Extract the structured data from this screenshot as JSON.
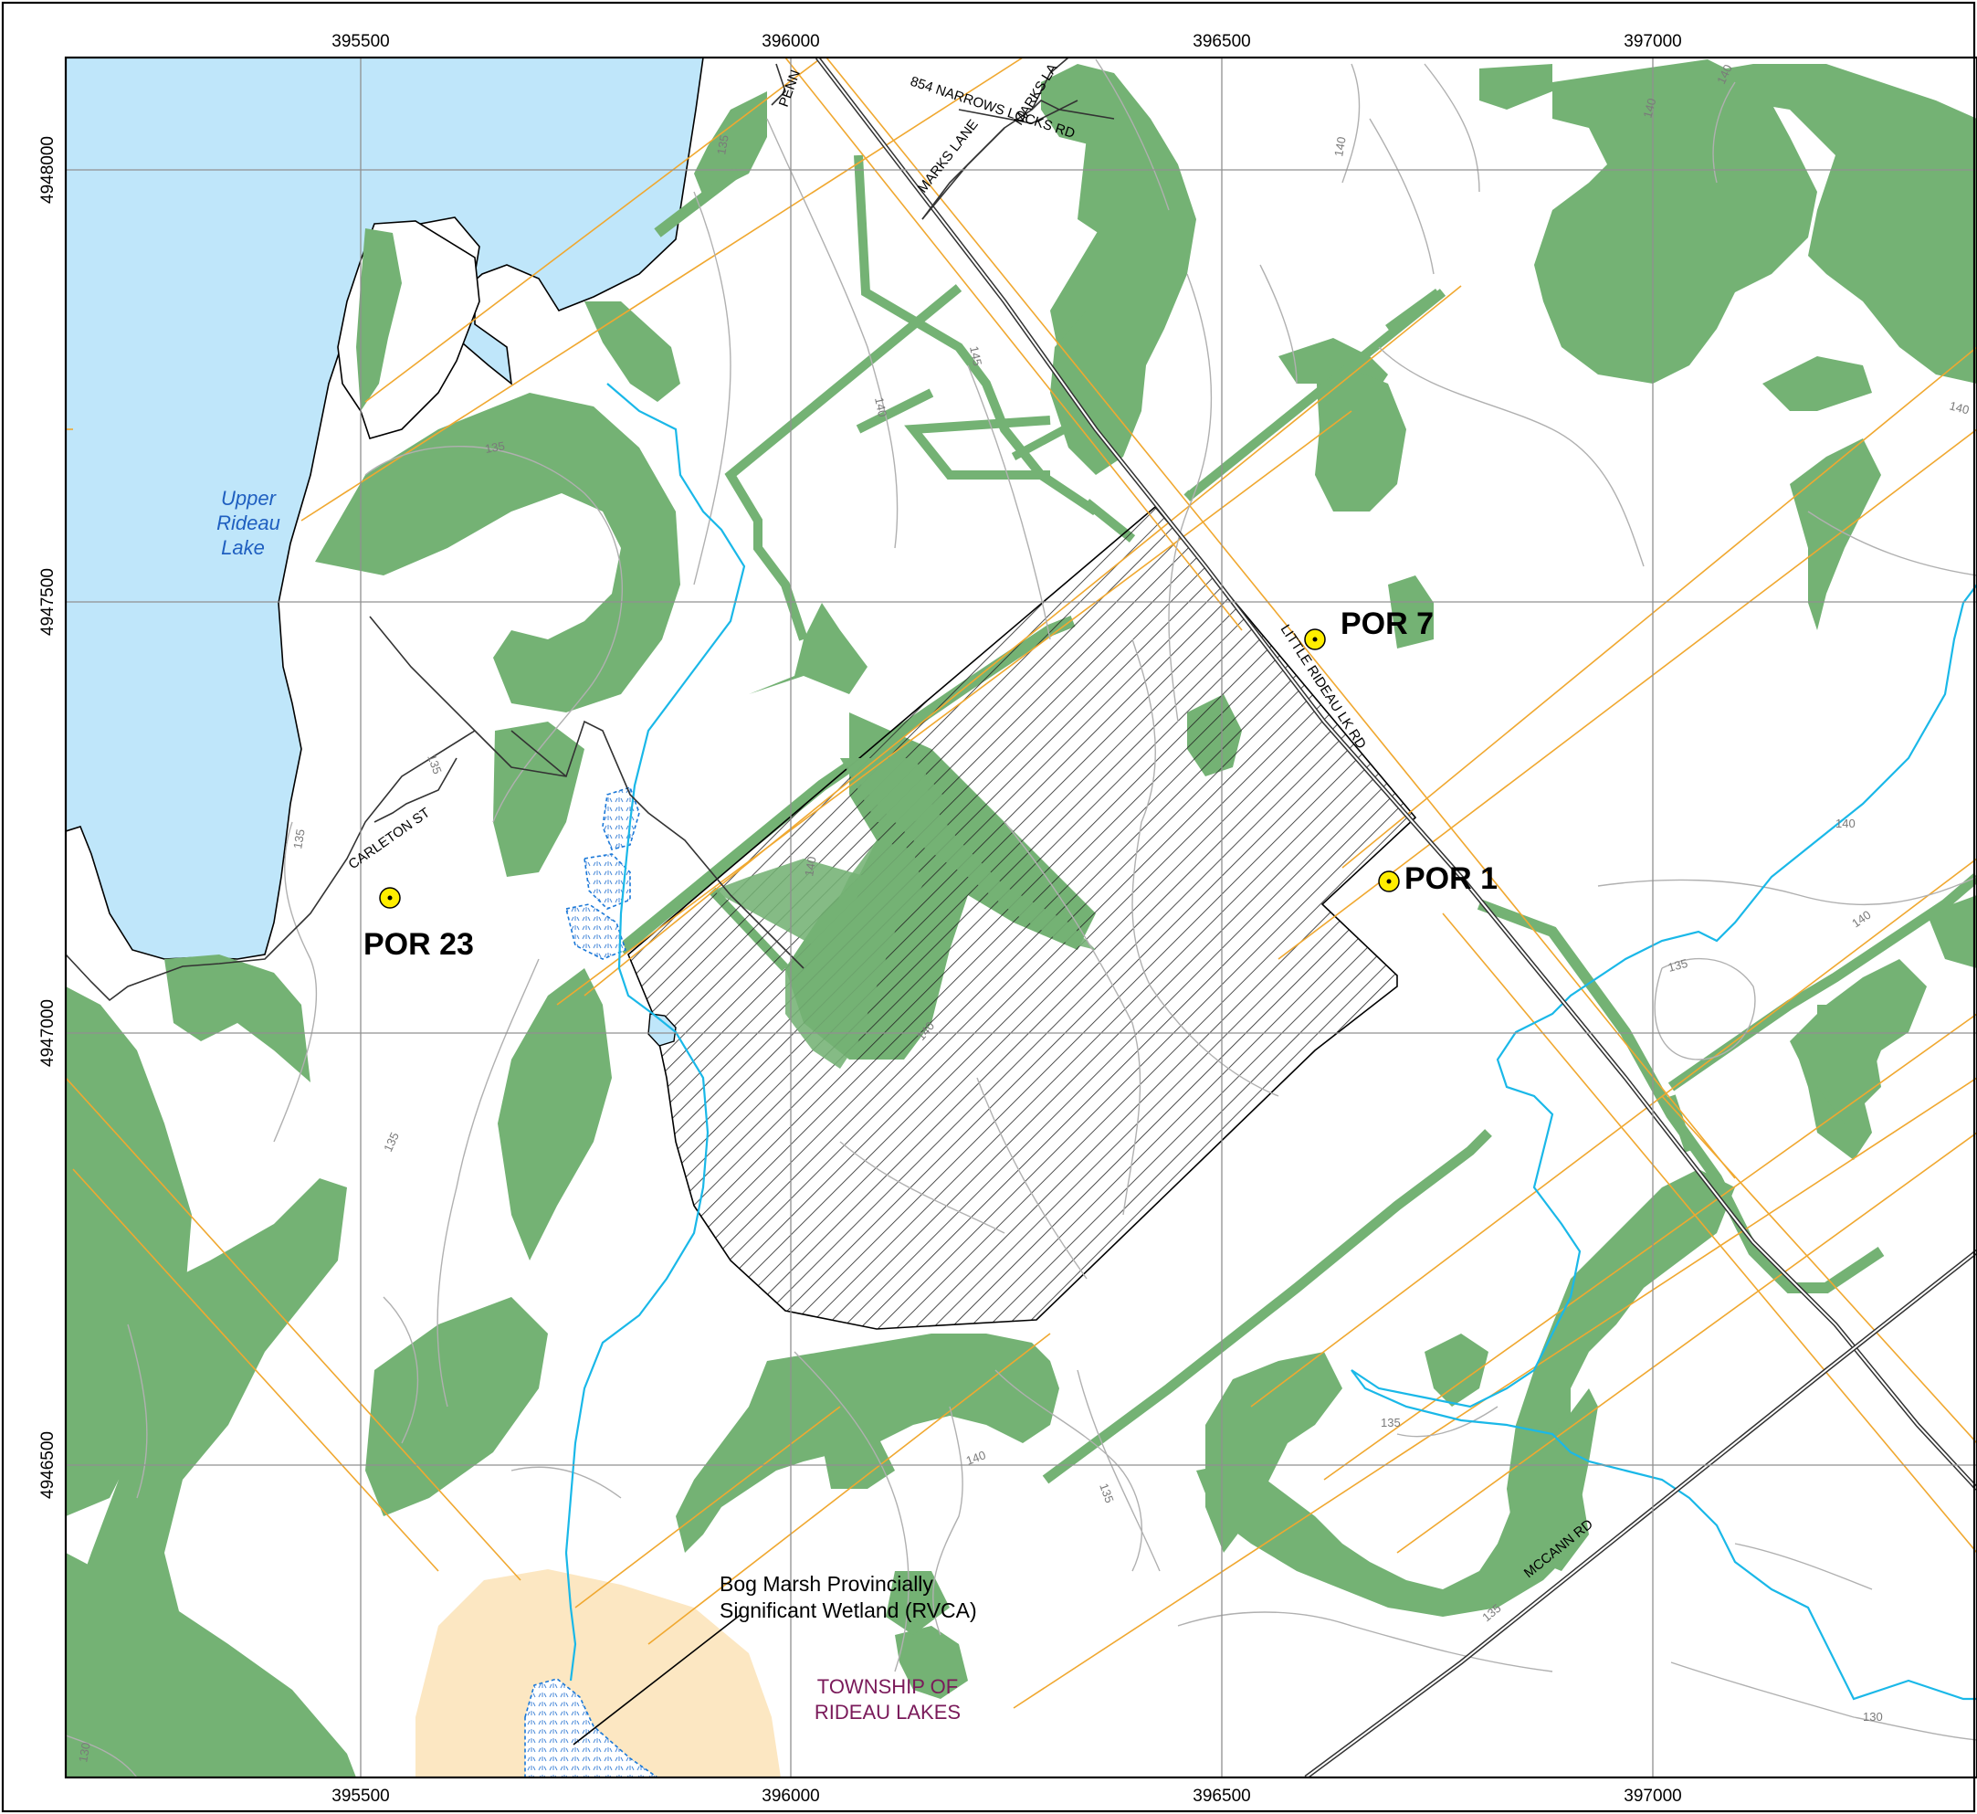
{
  "easting_ticks": [
    {
      "label": "395500",
      "value": 395500
    },
    {
      "label": "396000",
      "value": 396000
    },
    {
      "label": "396500",
      "value": 396500
    },
    {
      "label": "397000",
      "value": 397000
    }
  ],
  "northing_ticks": [
    {
      "label": "4948000",
      "value": 4948000
    },
    {
      "label": "4947500",
      "value": 4947500
    },
    {
      "label": "4947000",
      "value": 4947000
    },
    {
      "label": "4946500",
      "value": 4946500
    }
  ],
  "features": {
    "lake_name": [
      "Upper",
      "Rideau",
      "Lake"
    ],
    "wetland_label": [
      "Bog Marsh Provincially",
      "Significant Wetland (RVCA)"
    ],
    "township_label": [
      "TOWNSHIP OF",
      "RIDEAU LAKES"
    ]
  },
  "roads": {
    "penn": "PENN",
    "narrows": "854 NARROWS LOCKS RD",
    "marks_lane_1": "MARKS LANE",
    "marks_lane_2": "MARKS LA",
    "little_rideau": "LITTLE RIDEAU LK RD",
    "carleton": "CARLETON ST",
    "mccann": "MCCANN RD"
  },
  "contour_labels": [
    "145",
    "140",
    "140",
    "140",
    "135",
    "135",
    "135",
    "135",
    "140",
    "140",
    "135",
    "135",
    "140",
    "135",
    "135",
    "135",
    "140",
    "140",
    "130",
    "140",
    "140",
    "130"
  ],
  "receptors": [
    {
      "label": "POR 7",
      "easting": 396610,
      "northing": 4947460
    },
    {
      "label": "POR 1",
      "easting": 396695,
      "northing": 4947180
    },
    {
      "label": "POR 23",
      "easting": 395535,
      "northing": 4947155
    }
  ],
  "colors": {
    "forest": "#74b274",
    "water": "#bfe6fa",
    "stream": "#1ab8e8",
    "wetland": "#fce7c2",
    "lot_line": "#f0a830",
    "contour": "#b0b0b0",
    "grid": "#909090"
  }
}
